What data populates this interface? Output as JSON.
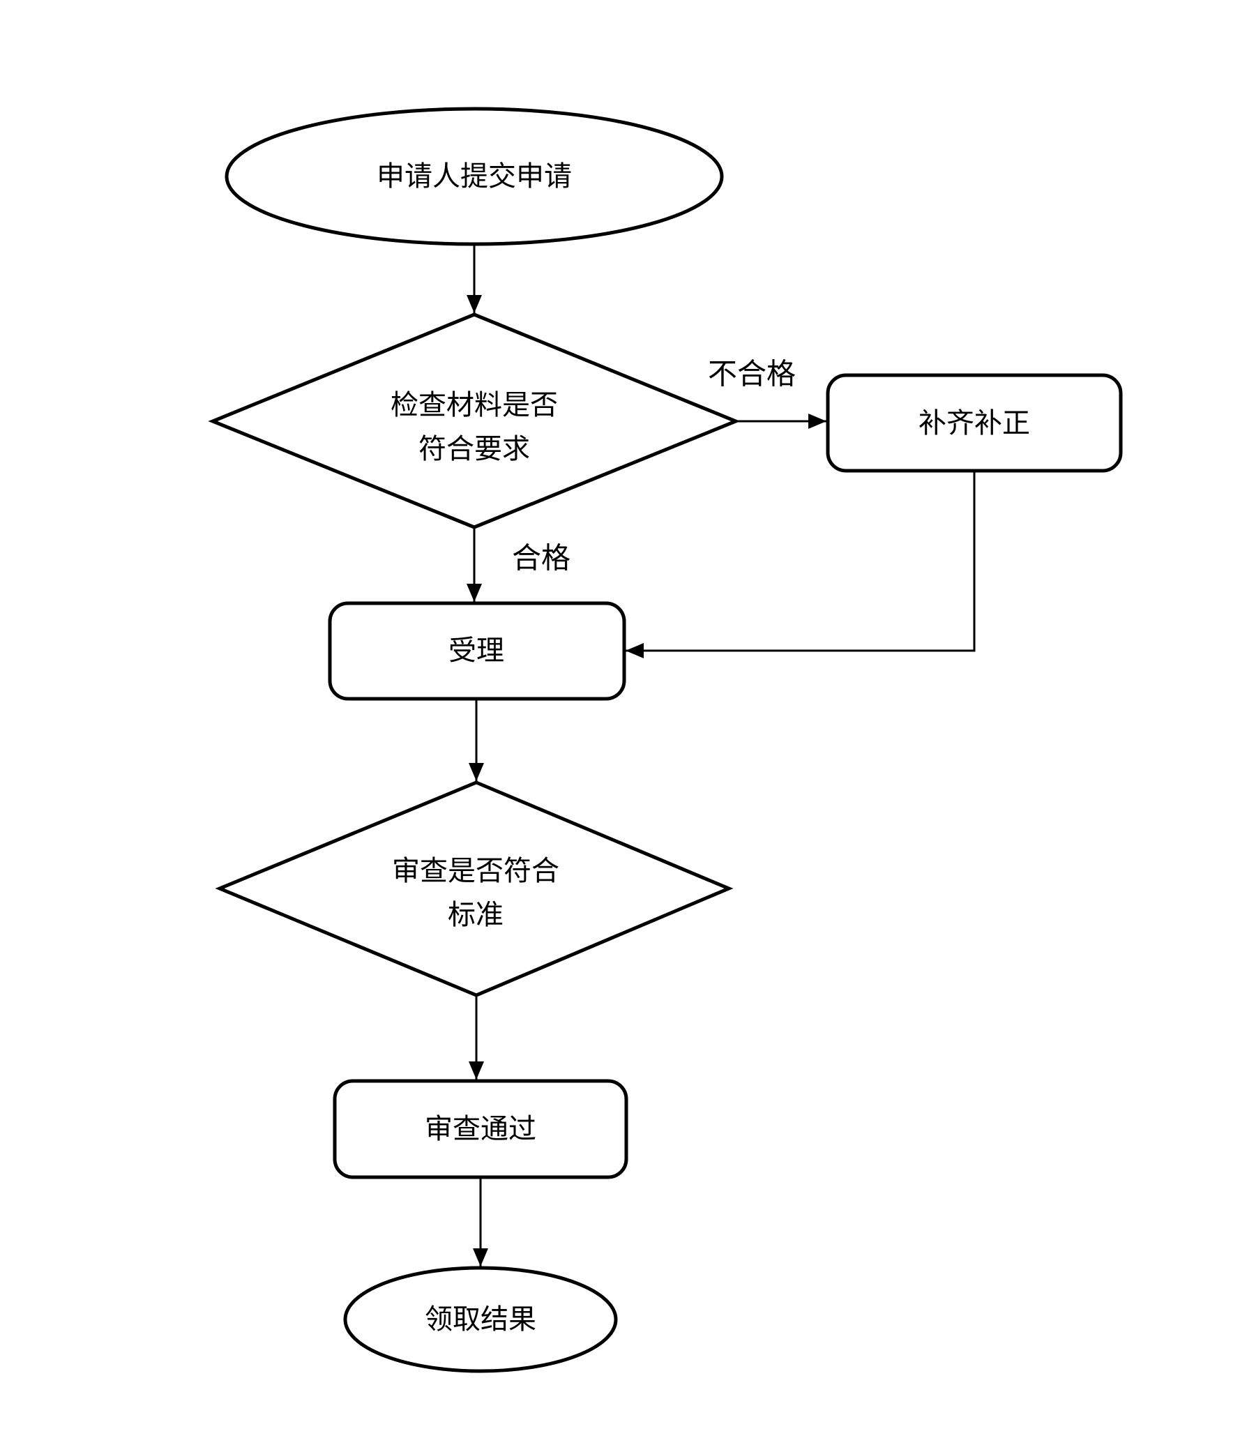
{
  "diagram": {
    "type": "flowchart",
    "colors": {
      "stroke": "#000000",
      "fill": "#ffffff",
      "text": "#000000",
      "background": "#ffffff"
    },
    "nodes": {
      "start": {
        "shape": "ellipse",
        "label": "申请人提交申请"
      },
      "check_materials": {
        "shape": "diamond",
        "line1": "检查材料是否",
        "line2": "符合要求"
      },
      "supplement_correct": {
        "shape": "rounded-rect",
        "label": "补齐补正"
      },
      "accept": {
        "shape": "rounded-rect",
        "label": "受理"
      },
      "review_standard": {
        "shape": "diamond",
        "line1": "审查是否符合",
        "line2": "标准"
      },
      "review_passed": {
        "shape": "rounded-rect",
        "label": "审查通过"
      },
      "end": {
        "shape": "ellipse",
        "label": "领取结果"
      }
    },
    "edge_labels": {
      "unqualified": "不合格",
      "qualified": "合格"
    }
  }
}
